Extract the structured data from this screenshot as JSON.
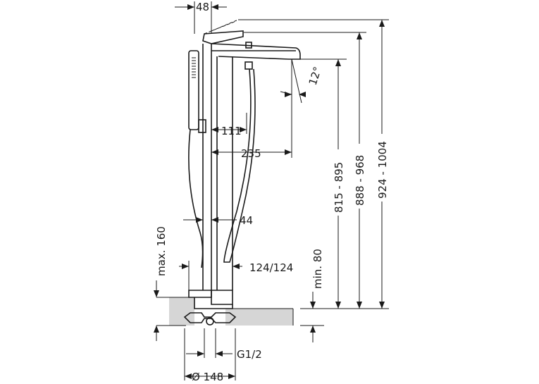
{
  "dimensions": {
    "lever_width": "48",
    "spout_angle": "12°",
    "spout_offset_small": "111",
    "spout_reach": "235",
    "pillar_diameter": "44",
    "hose_clearance": "124/124",
    "max_height_base": "max. 160",
    "min_floor": "min. 80",
    "connection": "G1/2",
    "base_diameter": "Ø 148",
    "spout_height": "815 - 895",
    "body_height": "888 - 968",
    "total_height": "924 - 1004"
  },
  "colors": {
    "line": "#1a1a1a",
    "floor_fill": "#d6d6d6"
  }
}
